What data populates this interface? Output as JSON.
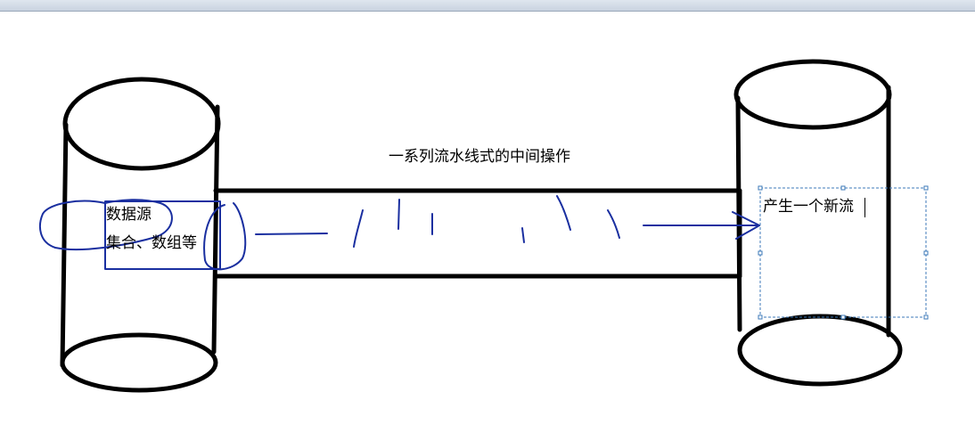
{
  "diagram": {
    "title": "一系列流水线式的中间操作",
    "source_label": "数据源",
    "source_detail": "集合、数组等",
    "result_label": "产生一个新流"
  },
  "colors": {
    "outline": "#000000",
    "ink": "#1a2fa0",
    "selection": "#3c7ab8"
  }
}
